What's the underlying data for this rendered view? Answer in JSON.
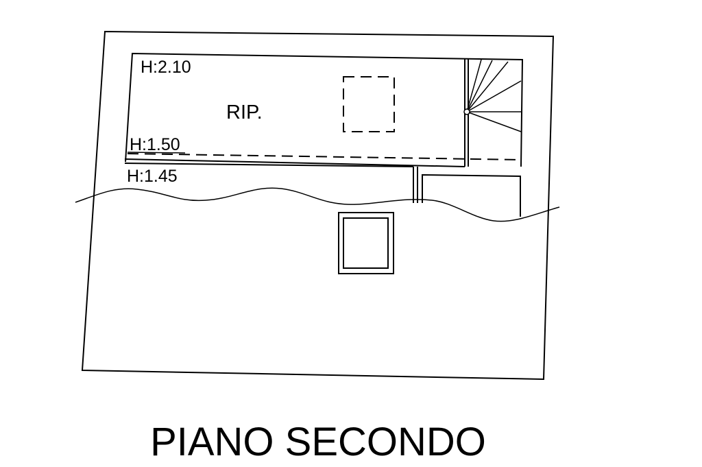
{
  "drawing": {
    "title": "PIANO SECONDO",
    "labels": {
      "height_top": "H:2.10",
      "room_name": "RIP.",
      "height_mid": "H:1.50",
      "height_lower": "H:1.45"
    },
    "colors": {
      "line": "#000000",
      "background": "#ffffff"
    }
  }
}
